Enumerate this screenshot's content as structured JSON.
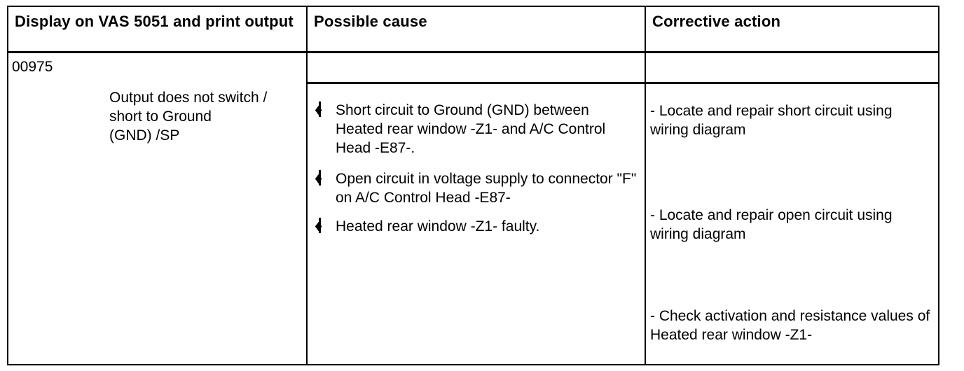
{
  "table": {
    "headers": [
      "Display on VAS 5051 and print output",
      "Possible cause",
      "Corrective action"
    ],
    "row": {
      "code": "00975",
      "display_lines": [
        "Output does not switch /",
        "short to Ground",
        "(GND) /SP"
      ],
      "causes": [
        "Short circuit to Ground (GND) between Heated rear window -Z1- and A/C Control Head -E87-.",
        "Open circuit in voltage supply to connector \"F\" on A/C Control Head -E87-",
        "Heated rear window -Z1- faulty."
      ],
      "actions": [
        "- Locate and repair short circuit using wiring diagram",
        "- Locate and repair open circuit using wiring diagram",
        "- Check activation and resistance values of Heated rear window -Z1-"
      ]
    },
    "icons": {
      "bullet": "♦"
    },
    "colors": {
      "border": "#000000",
      "text": "#000000",
      "background": "#ffffff"
    }
  }
}
